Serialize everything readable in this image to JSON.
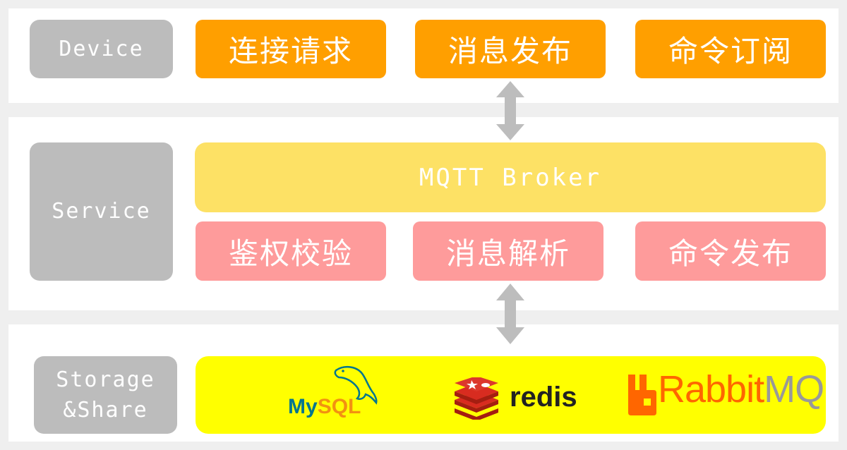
{
  "layers": {
    "device": {
      "label": "Device",
      "items": [
        "连接请求",
        "消息发布",
        "命令订阅"
      ]
    },
    "service": {
      "label": "Service",
      "broker": "MQTT Broker",
      "items": [
        "鉴权校验",
        "消息解析",
        "命令发布"
      ]
    },
    "storage": {
      "label_line1": "Storage",
      "label_line2": "&Share",
      "logos": {
        "mysql": {
          "text_my": "My",
          "text_sql": "SQL",
          "icon": "dolphin-icon"
        },
        "redis": {
          "text": "redis",
          "icon": "redis-cube-icon"
        },
        "rabbitmq": {
          "text_rabbit": "Rabbit",
          "text_mq": "MQ",
          "icon": "rabbitmq-icon"
        }
      }
    }
  },
  "colors": {
    "label_bg": "#bcbcbc",
    "device_box": "#ff9f00",
    "broker_box": "#fde165",
    "service_box": "#fe9b9b",
    "storage_bar": "#ffff00",
    "arrow": "#bdbdbd"
  }
}
